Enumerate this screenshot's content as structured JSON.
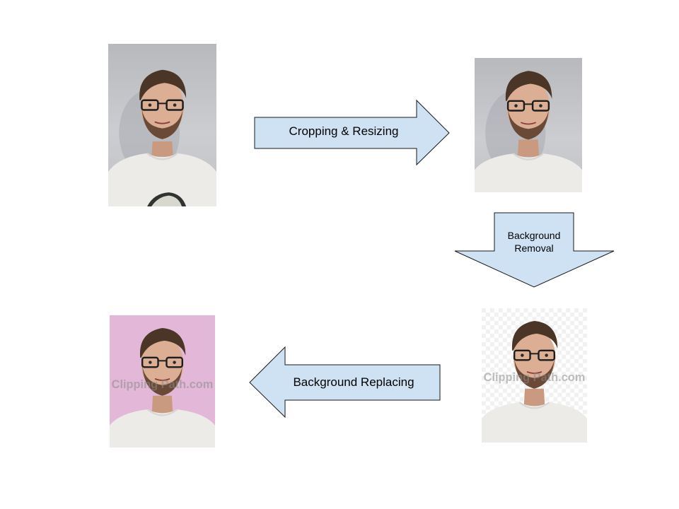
{
  "steps": {
    "crop": {
      "label": "Cropping & Resizing"
    },
    "removal": {
      "label_line1": "Background",
      "label_line2": "Removal"
    },
    "replace": {
      "label": "Background Replacing"
    }
  },
  "watermark": {
    "text": "Clipping Path.com"
  },
  "colors": {
    "arrow_fill": "#cfe2f3",
    "arrow_stroke": "#1a1a1a",
    "gray_background": "#c4c6ca",
    "pink_background": "#e2b7d7",
    "transparent_checker": "#f1f1f1"
  }
}
